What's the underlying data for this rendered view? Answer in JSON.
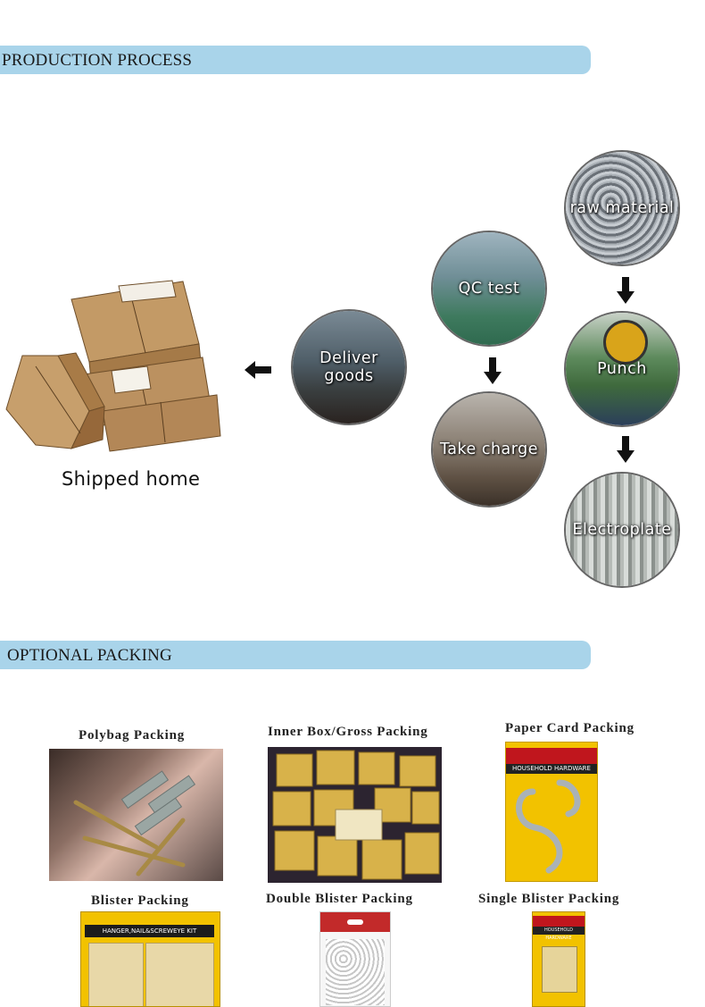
{
  "sections": {
    "production_title": "PRODUCTION PROCESS",
    "packing_title": "OPTIONAL PACKING"
  },
  "process": {
    "raw_material": "raw material",
    "punch": "Punch",
    "electroplate": "Electroplate",
    "qc_test": "QC test",
    "take_charge": "Take charge",
    "deliver_goods": "Deliver goods",
    "shipped_home": "Shipped home"
  },
  "packing": {
    "polybag": "Polybag Packing",
    "inner_box": "Inner Box/Gross Packing",
    "paper_card": "Paper Card Packing",
    "blister": "Blister Packing",
    "double_blister": "Double Blister Packing",
    "single_blister": "Single Blister Packing",
    "card_header": "HOUSEHOLD HARDWARE",
    "blister_header": "HANGER,NAIL&SCREWEYE KIT",
    "single_header": "HOUSEHOLD HARDWARE"
  },
  "colors": {
    "banner": "#a9d4ea",
    "kraft": "#b88c5a",
    "card_yellow": "#f2c200"
  }
}
